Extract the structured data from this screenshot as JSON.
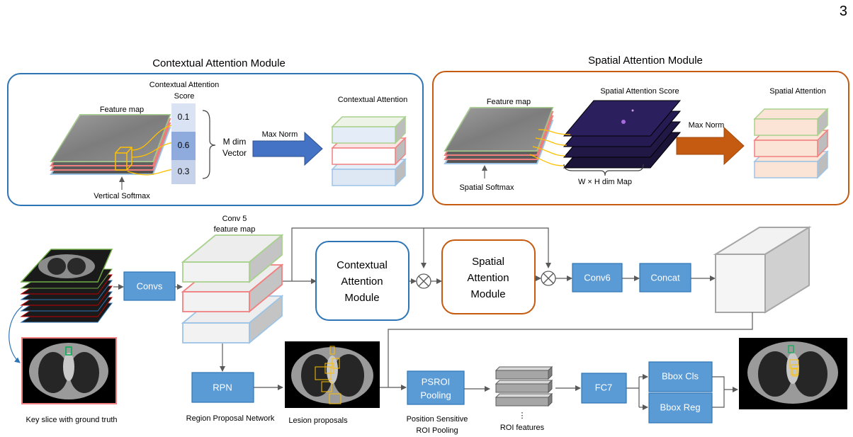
{
  "page_number": "3",
  "contextual_module": {
    "title": "Contextual Attention Module",
    "feature_map": "Feature map",
    "score_line1": "Contextual Attention",
    "score_line2": "Score",
    "scores": [
      "0.1",
      "0.6",
      "0.3"
    ],
    "vector_line1": "M dim",
    "vector_line2": "Vector",
    "max_norm": "Max Norm",
    "output": "Contextual Attention",
    "softmax": "Vertical Softmax"
  },
  "spatial_module": {
    "title": "Spatial Attention Module",
    "feature_map": "Feature map",
    "score": "Spatial Attention Score",
    "max_norm": "Max Norm",
    "output": "Spatial Attention",
    "softmax": "Spatial Softmax",
    "map_dim": "W × H dim Map"
  },
  "pipeline": {
    "convs": "Convs",
    "conv5_line1": "Conv 5",
    "conv5_line2": "feature map",
    "ctx_block": [
      "Contextual",
      "Attention",
      "Module"
    ],
    "spa_block": [
      "Spatial",
      "Attention",
      "Module"
    ],
    "conv6": "Conv6",
    "concat": "Concat",
    "rpn": "RPN",
    "rpn_caption": "Region Proposal Network",
    "lesion_caption": "Lesion proposals",
    "psroi": [
      "PSROI",
      "Pooling"
    ],
    "psroi_caption1": "Position Sensitive",
    "psroi_caption2": "ROI Pooling",
    "roi_dots": "⋮",
    "roi_caption": "ROI features",
    "fc7": "FC7",
    "bbox_cls": "Bbox Cls",
    "bbox_reg": "Bbox Reg",
    "key_slice_caption": "Key slice with ground truth"
  },
  "colors": {
    "module_blue": "#2e75b6",
    "module_orange": "#c55a11",
    "box_fill": "#5b9bd5",
    "slab_green": "#a9d18e",
    "slab_red": "#f08080",
    "slab_blue": "#9dc3e6"
  }
}
